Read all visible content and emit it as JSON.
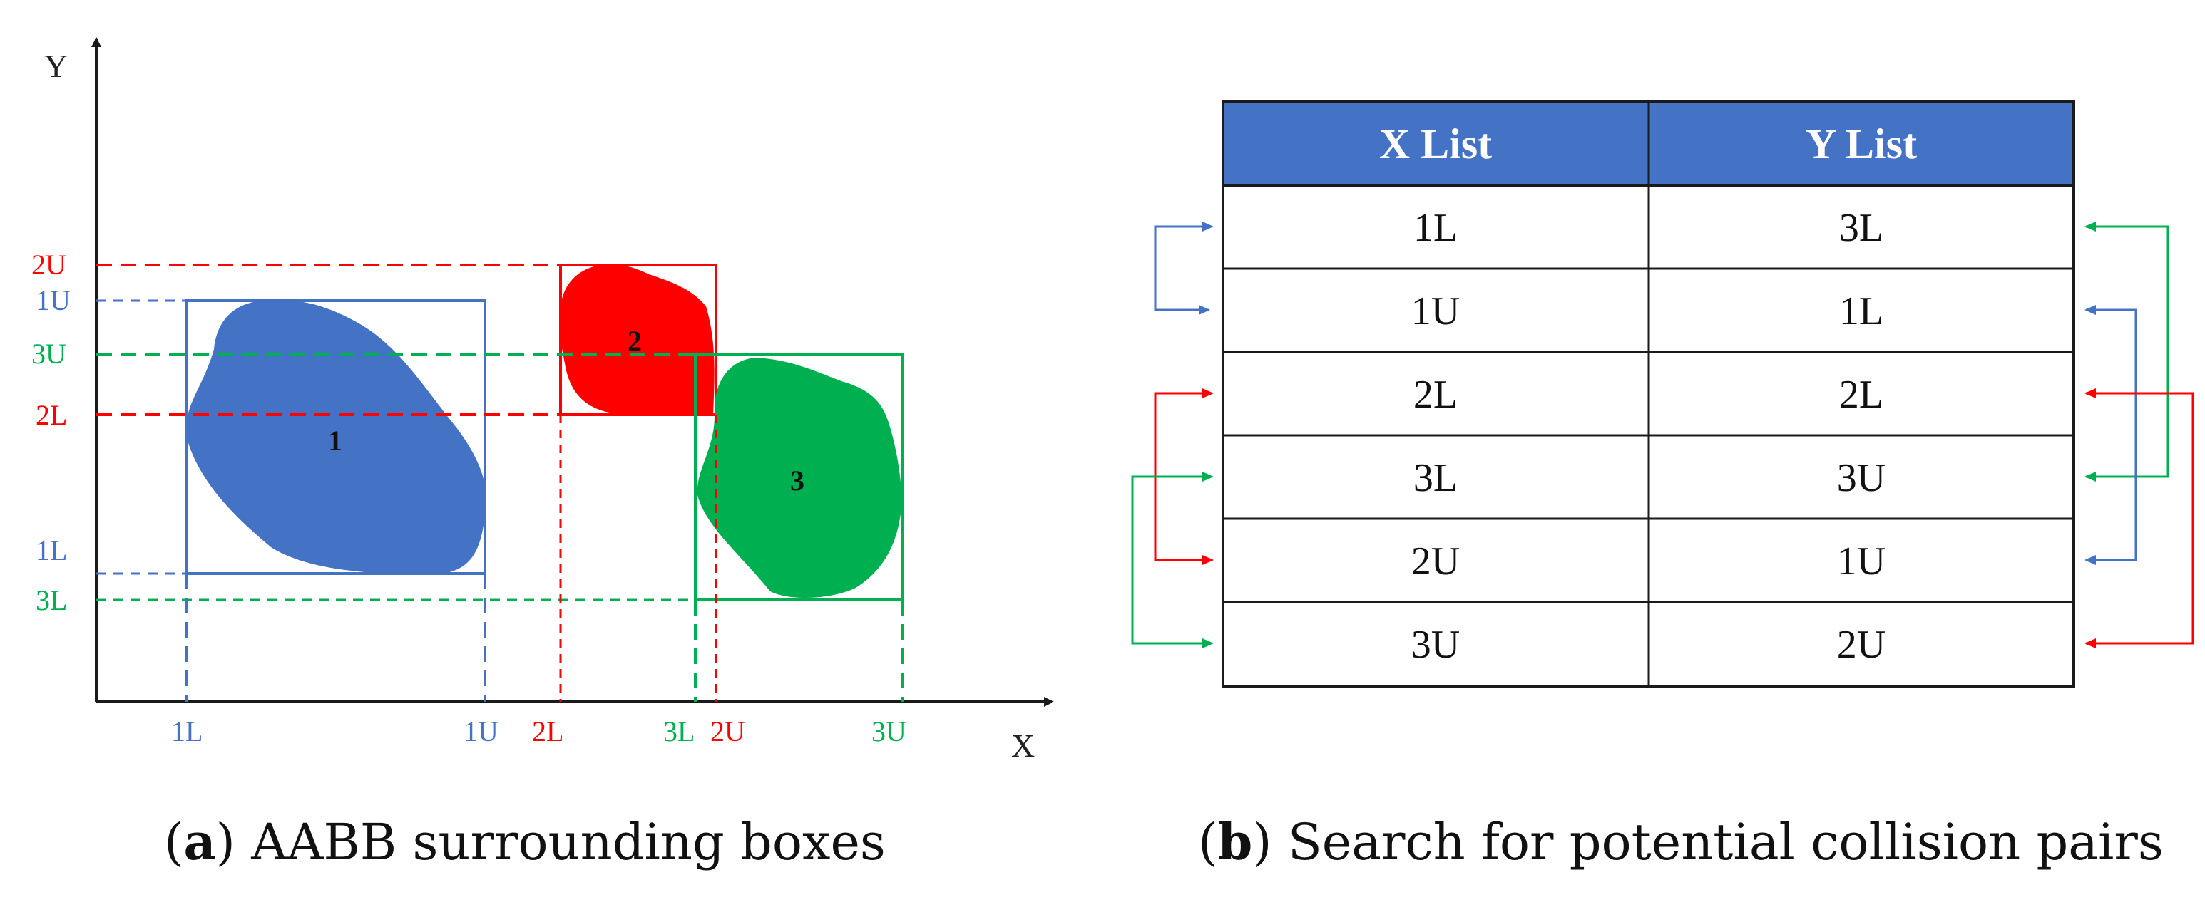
{
  "colors": {
    "blue": "#4472C4",
    "red": "#FF0000",
    "green": "#00B050",
    "header_bg": "#4472C4",
    "header_text": "#FFFFFF",
    "axis": "#1a1a1a"
  },
  "panel_a": {
    "axis_x": "X",
    "axis_y": "Y",
    "x_ticks": [
      "1L",
      "1U",
      "2L",
      "3L",
      "2U",
      "3U"
    ],
    "y_ticks": [
      "2U",
      "1U",
      "3U",
      "2L",
      "1L",
      "3L"
    ],
    "bodies": [
      "1",
      "2",
      "3"
    ],
    "caption_letter": "a",
    "caption_text": " AABB surrounding boxes"
  },
  "panel_b": {
    "headers": [
      "X List",
      "Y List"
    ],
    "rows": [
      [
        "1L",
        "3L"
      ],
      [
        "1U",
        "1L"
      ],
      [
        "2L",
        "2L"
      ],
      [
        "3L",
        "3U"
      ],
      [
        "2U",
        "1U"
      ],
      [
        "3U",
        "2U"
      ]
    ],
    "caption_letter": "b",
    "caption_text": " Search for potential collision pairs"
  }
}
